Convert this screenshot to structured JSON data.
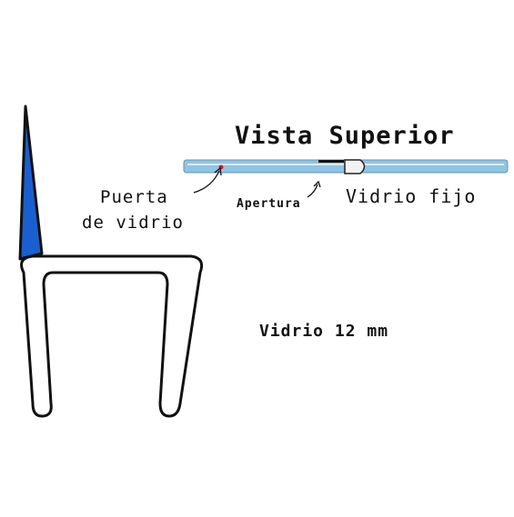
{
  "diagram": {
    "title": "Vista Superior",
    "labels": {
      "door_line1": "Puerta",
      "door_line2": "de vidrio",
      "opening": "Apertura",
      "fixed_glass": "Vidrio fijo",
      "glass_thickness": "Vidrio 12 mm"
    },
    "colors": {
      "seal_fin": "#1a5fcf",
      "glass_top_view": "#8fc4e4",
      "outline": "#111111",
      "gap_marker": "#cc2222"
    }
  }
}
